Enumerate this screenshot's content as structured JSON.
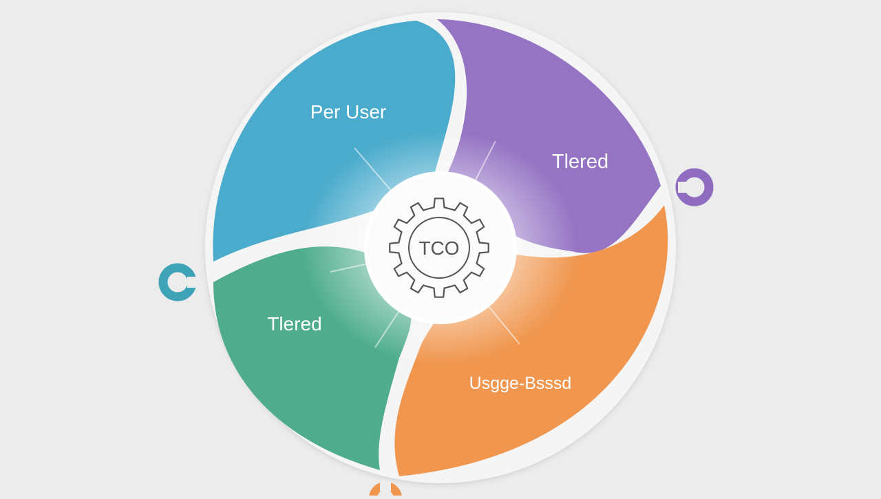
{
  "diagram": {
    "center": {
      "label": "TCO",
      "icon": "gear-icon"
    },
    "segments": [
      {
        "id": "per-user",
        "label": "Per User",
        "color": "#4aabcc"
      },
      {
        "id": "tiered-top",
        "label": "Tlered",
        "color": "#9574c4"
      },
      {
        "id": "tiered-left",
        "label": "Tlered",
        "color": "#4fad8e"
      },
      {
        "id": "usage-based",
        "label": "Usgge-Bsssd",
        "color": "#f0964e"
      }
    ],
    "connectors": [
      {
        "name": "connector-teal",
        "color": "#3fa3b8"
      },
      {
        "name": "connector-purple",
        "color": "#8f6cc0"
      },
      {
        "name": "connector-orange",
        "color": "#f0964e"
      }
    ],
    "colors": {
      "background": "#ececec",
      "gap": "#f5f5f5",
      "label_text": "#ffffff",
      "center_fill": "#fbfbfb",
      "center_stroke": "#555555"
    }
  }
}
